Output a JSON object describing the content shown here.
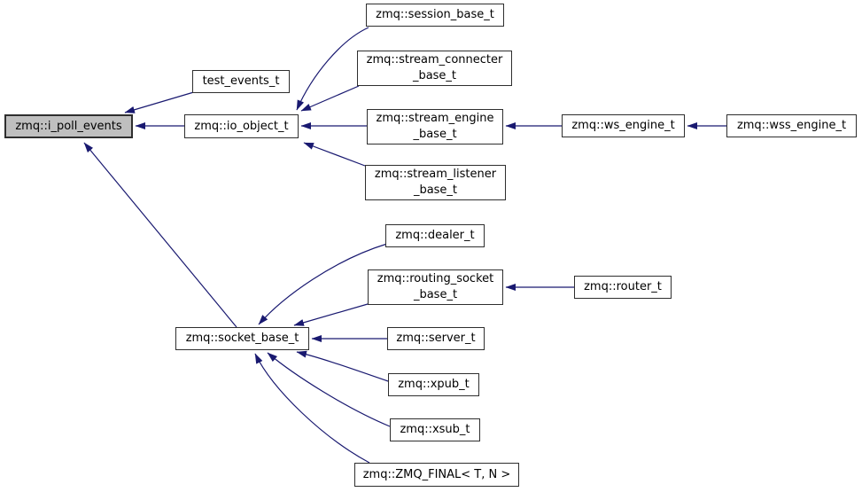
{
  "diagram": {
    "type": "class-inheritance-graph",
    "focus_class": "zmq::i_poll_events",
    "colors": {
      "background": "#ffffff",
      "edge": "#191970",
      "node_border": "#2e2e2e",
      "node_fill": "#ffffff",
      "highlight_fill": "#bfbfbf",
      "text": "#000000"
    },
    "nodes": [
      {
        "id": "i-poll-events",
        "label": "zmq::i_poll_events",
        "highlighted": true
      },
      {
        "id": "test-events",
        "label": "test_events_t",
        "highlighted": false
      },
      {
        "id": "io-object",
        "label": "zmq::io_object_t",
        "highlighted": false
      },
      {
        "id": "session-base",
        "label": "zmq::session_base_t",
        "highlighted": false
      },
      {
        "id": "stream-connecter-base",
        "label": "zmq::stream_connecter\n_base_t",
        "highlighted": false
      },
      {
        "id": "stream-engine-base",
        "label": "zmq::stream_engine\n_base_t",
        "highlighted": false
      },
      {
        "id": "ws-engine",
        "label": "zmq::ws_engine_t",
        "highlighted": false
      },
      {
        "id": "wss-engine",
        "label": "zmq::wss_engine_t",
        "highlighted": false
      },
      {
        "id": "stream-listener-base",
        "label": "zmq::stream_listener\n_base_t",
        "highlighted": false
      },
      {
        "id": "dealer",
        "label": "zmq::dealer_t",
        "highlighted": false
      },
      {
        "id": "routing-socket-base",
        "label": "zmq::routing_socket\n_base_t",
        "highlighted": false
      },
      {
        "id": "router",
        "label": "zmq::router_t",
        "highlighted": false
      },
      {
        "id": "socket-base",
        "label": "zmq::socket_base_t",
        "highlighted": false
      },
      {
        "id": "server",
        "label": "zmq::server_t",
        "highlighted": false
      },
      {
        "id": "xpub",
        "label": "zmq::xpub_t",
        "highlighted": false
      },
      {
        "id": "xsub",
        "label": "zmq::xsub_t",
        "highlighted": false
      },
      {
        "id": "zmq-final",
        "label": "zmq::ZMQ_FINAL< T, N >",
        "highlighted": false
      }
    ],
    "edges": [
      {
        "from": "test_events_t",
        "to": "zmq::i_poll_events"
      },
      {
        "from": "zmq::io_object_t",
        "to": "zmq::i_poll_events"
      },
      {
        "from": "zmq::socket_base_t",
        "to": "zmq::i_poll_events"
      },
      {
        "from": "zmq::session_base_t",
        "to": "zmq::io_object_t"
      },
      {
        "from": "zmq::stream_connecter_base_t",
        "to": "zmq::io_object_t"
      },
      {
        "from": "zmq::stream_engine_base_t",
        "to": "zmq::io_object_t"
      },
      {
        "from": "zmq::stream_listener_base_t",
        "to": "zmq::io_object_t"
      },
      {
        "from": "zmq::ws_engine_t",
        "to": "zmq::stream_engine_base_t"
      },
      {
        "from": "zmq::wss_engine_t",
        "to": "zmq::ws_engine_t"
      },
      {
        "from": "zmq::dealer_t",
        "to": "zmq::socket_base_t"
      },
      {
        "from": "zmq::routing_socket_base_t",
        "to": "zmq::socket_base_t"
      },
      {
        "from": "zmq::router_t",
        "to": "zmq::routing_socket_base_t"
      },
      {
        "from": "zmq::server_t",
        "to": "zmq::socket_base_t"
      },
      {
        "from": "zmq::xpub_t",
        "to": "zmq::socket_base_t"
      },
      {
        "from": "zmq::xsub_t",
        "to": "zmq::socket_base_t"
      },
      {
        "from": "zmq::ZMQ_FINAL< T, N >",
        "to": "zmq::socket_base_t"
      }
    ]
  }
}
